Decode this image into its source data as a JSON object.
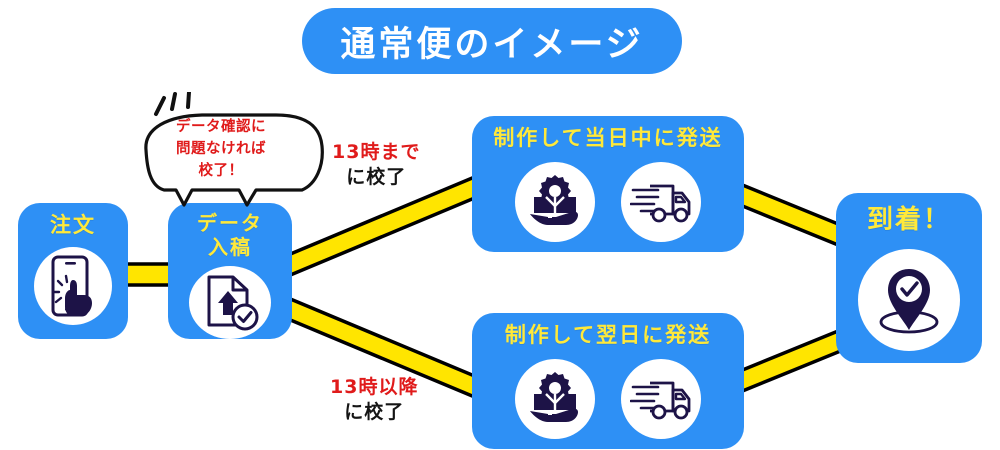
{
  "header": {
    "title": "通常便のイメージ",
    "pill_color": "#2e90f5",
    "title_color": "#ffffff"
  },
  "theme": {
    "node_fill": "#2e90f5",
    "node_title_color": "#ffe93a",
    "connector_fill": "#ffe500",
    "connector_stroke": "#000000",
    "icon_color": "#1d1347",
    "accent_red": "#e01b1b",
    "background": "#ffffff"
  },
  "annotation": {
    "bubble_lines": "データ確認に\n問題なければ\n校了！",
    "bubble_line_1": "データ確認に",
    "bubble_line_2": "問題なければ",
    "bubble_line_3": "校了！",
    "text_color": "#e01b1b"
  },
  "nodes": [
    {
      "id": "order",
      "title": "注文",
      "icon": "smartphone-tap-icon"
    },
    {
      "id": "data-submission",
      "title": "データ\n入稿",
      "title_line_1": "データ",
      "title_line_2": "入稿",
      "icon": "document-upload-check-icon"
    },
    {
      "id": "ship-same-day",
      "title": "制作して当日中に発送",
      "icons": [
        "production-gear-box-hand-icon",
        "delivery-truck-icon"
      ]
    },
    {
      "id": "ship-next-day",
      "title": "制作して翌日に発送",
      "icons": [
        "production-gear-box-hand-icon",
        "delivery-truck-icon"
      ]
    },
    {
      "id": "arrival",
      "title": "到着！",
      "icon": "location-pin-check-icon"
    }
  ],
  "edge_labels": [
    {
      "id": "deadline-same-day",
      "line_1": "13時まで",
      "line_2": "に校了"
    },
    {
      "id": "deadline-next-day",
      "line_1": "13時以降",
      "line_2": "に校了"
    }
  ]
}
